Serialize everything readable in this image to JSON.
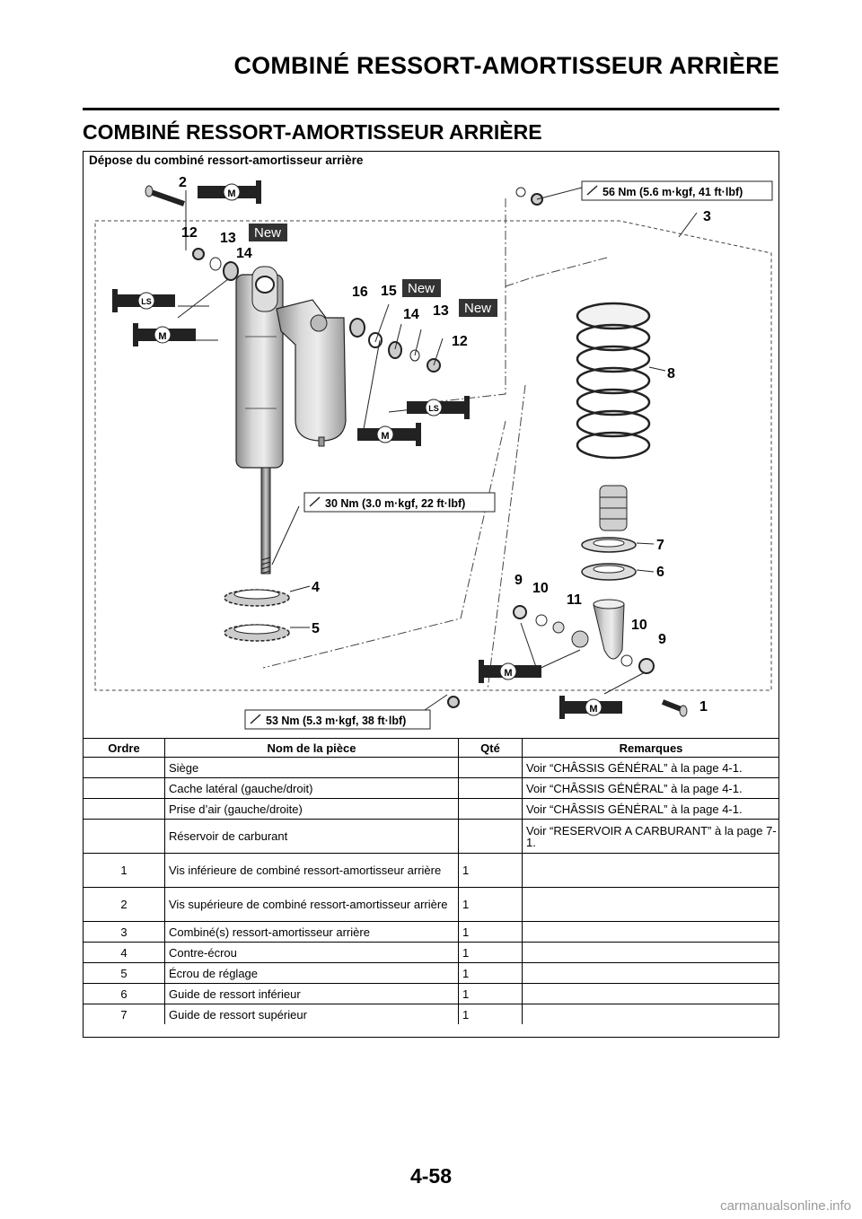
{
  "header": {
    "title": "COMBINÉ RESSORT-AMORTISSEUR ARRIÈRE"
  },
  "section": {
    "title": "COMBINÉ RESSORT-AMORTISSEUR ARRIÈRE"
  },
  "diagram": {
    "caption": "Dépose du combiné ressort-amortisseur arrière",
    "torque_labels": [
      "56 Nm (5.6 m·kgf, 41 ft·lbf)",
      "30 Nm (3.0 m·kgf, 22 ft·lbf)",
      "53 Nm (5.3 m·kgf, 38 ft·lbf)"
    ],
    "new_badge": "New",
    "m_symbol": "M",
    "ls_symbol": "LS",
    "callouts": [
      "1",
      "2",
      "3",
      "4",
      "5",
      "6",
      "7",
      "8",
      "9",
      "10",
      "11",
      "12",
      "13",
      "14",
      "15",
      "16"
    ]
  },
  "table": {
    "headers": [
      "Ordre",
      "Nom de la pièce",
      "Qté",
      "Remarques"
    ],
    "rows": [
      {
        "order": "",
        "name": "Siège",
        "qty": "",
        "remarks": "Voir “CHÂSSIS GÉNÉRAL” à la page 4-1."
      },
      {
        "order": "",
        "name": "Cache latéral (gauche/droit)",
        "qty": "",
        "remarks": "Voir “CHÂSSIS GÉNÉRAL” à la page 4-1."
      },
      {
        "order": "",
        "name": "Prise d’air (gauche/droite)",
        "qty": "",
        "remarks": "Voir “CHÂSSIS GÉNÉRAL” à la page 4-1."
      },
      {
        "order": "",
        "name": "Réservoir de carburant",
        "qty": "",
        "remarks": "Voir “RESERVOIR A CARBURANT” à la page 7-1."
      },
      {
        "order": "1",
        "name": "Vis inférieure de combiné ressort-amortisseur arrière",
        "qty": "1",
        "remarks": ""
      },
      {
        "order": "2",
        "name": "Vis supérieure de combiné ressort-amortisseur arrière",
        "qty": "1",
        "remarks": ""
      },
      {
        "order": "3",
        "name": "Combiné(s) ressort-amortisseur arrière",
        "qty": "1",
        "remarks": ""
      },
      {
        "order": "4",
        "name": "Contre-écrou",
        "qty": "1",
        "remarks": ""
      },
      {
        "order": "5",
        "name": "Écrou de réglage",
        "qty": "1",
        "remarks": ""
      },
      {
        "order": "6",
        "name": "Guide de ressort inférieur",
        "qty": "1",
        "remarks": ""
      },
      {
        "order": "7",
        "name": "Guide de ressort supérieur",
        "qty": "1",
        "remarks": ""
      }
    ]
  },
  "footer": {
    "page_number": "4-58",
    "watermark": "carmanualsonline.info"
  }
}
